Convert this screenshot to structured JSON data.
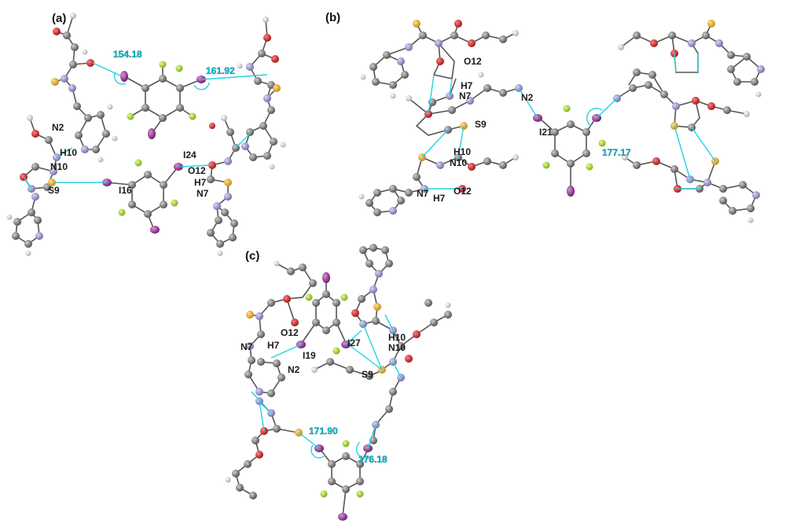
{
  "panels": [
    {
      "id": "a",
      "label": "(a)",
      "angles": [
        "154.18",
        "161.92"
      ],
      "atom_labels": [
        "N2",
        "H10",
        "N10",
        "S9",
        "I16",
        "I24",
        "O12",
        "H7",
        "N7"
      ]
    },
    {
      "id": "b",
      "label": "(b)",
      "angles": [
        "177.17"
      ],
      "atom_labels": [
        "O12",
        "H7",
        "N7",
        "N2",
        "I21",
        "S9",
        "H10",
        "N10",
        "N7",
        "H7",
        "O12"
      ]
    },
    {
      "id": "c",
      "label": "(c)",
      "angles": [
        "171.90",
        "176.18"
      ],
      "atom_labels": [
        "O12",
        "N7",
        "H7",
        "I19",
        "N2",
        "I27",
        "H10",
        "N10",
        "S9"
      ]
    }
  ],
  "colors": {
    "carbon": "#5e5e5e",
    "nitrogen": "#8a8ac4",
    "oxygen": "#c41a1a",
    "sulfur": "#d8a526",
    "fluorine": "#9acd2a",
    "iodine": "#8a2a8a",
    "hydrogen": "#e6e6e6",
    "contact": "#24d2e6"
  }
}
